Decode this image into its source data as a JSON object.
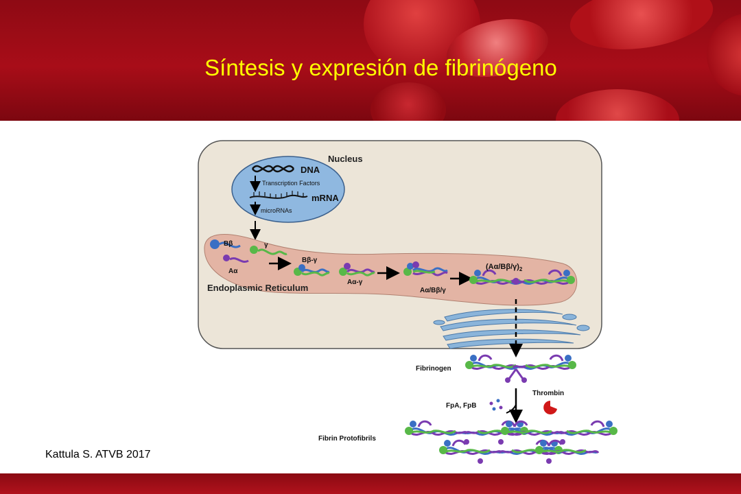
{
  "slide": {
    "title": "Síntesis y expresión de fibrinógeno",
    "credit": "Kattula S. ATVB 2017"
  },
  "diagram": {
    "nucleus": "Nucleus",
    "dna": "DNA",
    "transcription_factors": "Transcription Factors",
    "mrna": "mRNA",
    "micrornas": "microRNAs",
    "bbeta": "Bβ",
    "gamma": "γ",
    "aalpha": "Aα",
    "bbeta_gamma": "Bβ-γ",
    "aalpha_gamma": "Aα-γ",
    "aalpha_bbeta_gamma": "Aα/Bβ/γ",
    "dimer": "(Aα/Bβ/γ)",
    "dimer_sub": "2",
    "er": "Endoplasmic Reticulum",
    "fibrinogen": "Fibrinogen",
    "thrombin": "Thrombin",
    "fpa_fpb": "FpA, FpB",
    "fibrin": "Fibrin Protofibrils"
  },
  "colors": {
    "header_red": "#a80d18",
    "title_yellow": "#ffff00",
    "nucleus_blue": "#8fb8e0",
    "cell_bg": "#ece5d8",
    "er_pink": "#e3b4a4",
    "chain_blue": "#3a6fc4",
    "chain_purple": "#7a3bb0",
    "chain_green": "#58b848",
    "thrombin_red": "#d01818"
  }
}
